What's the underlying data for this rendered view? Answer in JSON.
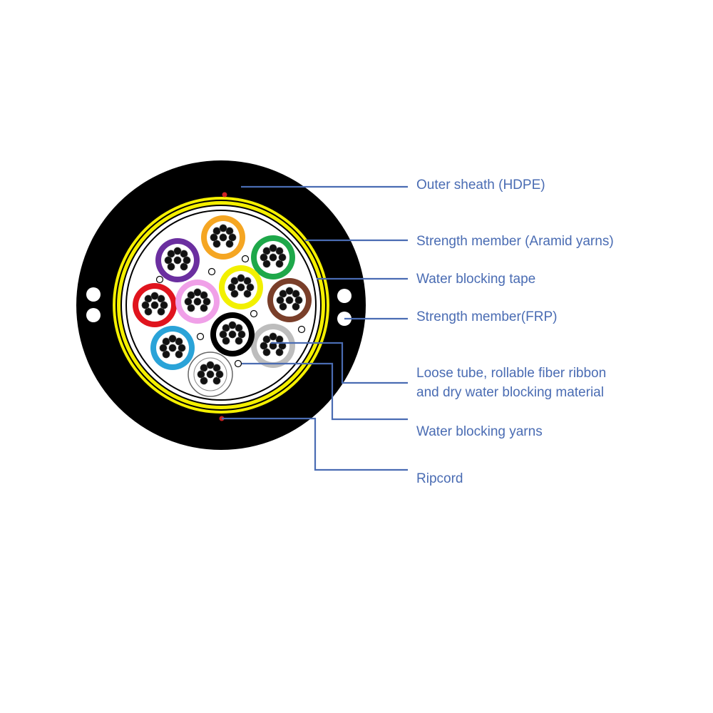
{
  "colors": {
    "sheath": "#000000",
    "aramid": "#f5f000",
    "leader_line": "#4a6cb3",
    "label_text": "#4a6cb3",
    "ripcord": "#cc2222"
  },
  "callouts": [
    {
      "id": "outer-sheath",
      "text": "Outer sheath (HDPE)"
    },
    {
      "id": "aramid",
      "text": "Strength member (Aramid yarns)"
    },
    {
      "id": "water-blocking-tape",
      "text": "Water blocking tape"
    },
    {
      "id": "frp",
      "text": "Strength member(FRP)"
    },
    {
      "id": "loose-tube",
      "line1": "Loose tube, rollable fiber ribbon",
      "line2": "and dry water blocking material"
    },
    {
      "id": "water-blocking-yarns",
      "text": "Water blocking yarns"
    },
    {
      "id": "ripcord",
      "text": "Ripcord"
    }
  ],
  "tubes": [
    {
      "color": "#f5a623"
    },
    {
      "color": "#1ea84a"
    },
    {
      "color": "#7a3f2a"
    },
    {
      "color": "#bdbdbd"
    },
    {
      "color": "#ffffff"
    },
    {
      "color": "#2aa3d8"
    },
    {
      "color": "#e0141e"
    },
    {
      "color": "#6b2fa0"
    },
    {
      "color": "#f2f000"
    },
    {
      "color": "#f0a0e8"
    },
    {
      "color": "#000000"
    }
  ]
}
